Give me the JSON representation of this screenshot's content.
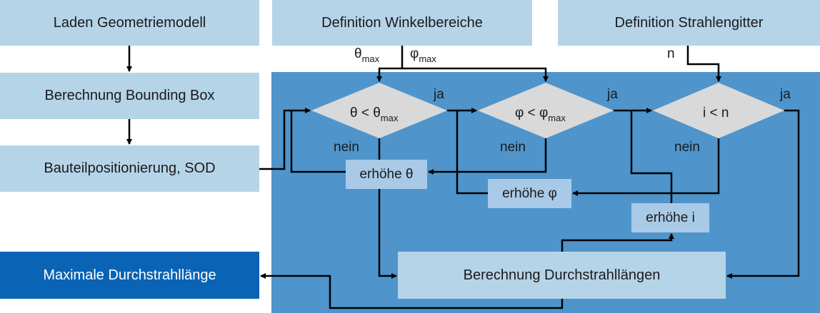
{
  "top_boxes": {
    "load_model": "Laden Geometriemodell",
    "angle_ranges": "Definition Winkelbereiche",
    "ray_grid": "Definition Strahlengitter"
  },
  "left_boxes": {
    "bounding_box": "Berechnung Bounding Box",
    "positioning": "Bauteilpositionierung, SOD",
    "max_length": "Maximale Durchstrahllänge"
  },
  "decisions": {
    "theta": {
      "main": "θ < θ",
      "sub": "max"
    },
    "phi": {
      "main": "φ < φ",
      "sub": "max"
    },
    "i": {
      "main": "i < n",
      "sub": ""
    }
  },
  "increments": {
    "theta": "erhöhe θ",
    "phi": "erhöhe φ",
    "i": "erhöhe i"
  },
  "calc_box": "Berechnung Durchstrahllängen",
  "inputs": {
    "theta_max": {
      "main": "θ",
      "sub": "max"
    },
    "phi_max": {
      "main": "φ",
      "sub": "max"
    },
    "n": "n"
  },
  "branch_labels": {
    "yes": "ja",
    "no": "nein"
  },
  "colors": {
    "light_box": "#b6d4e8",
    "dark_box": "#0a63b4",
    "panel": "#4f95cc",
    "diamond": "#d9d9d9",
    "increment_box": "#a9cae6",
    "arrow": "#000000"
  }
}
